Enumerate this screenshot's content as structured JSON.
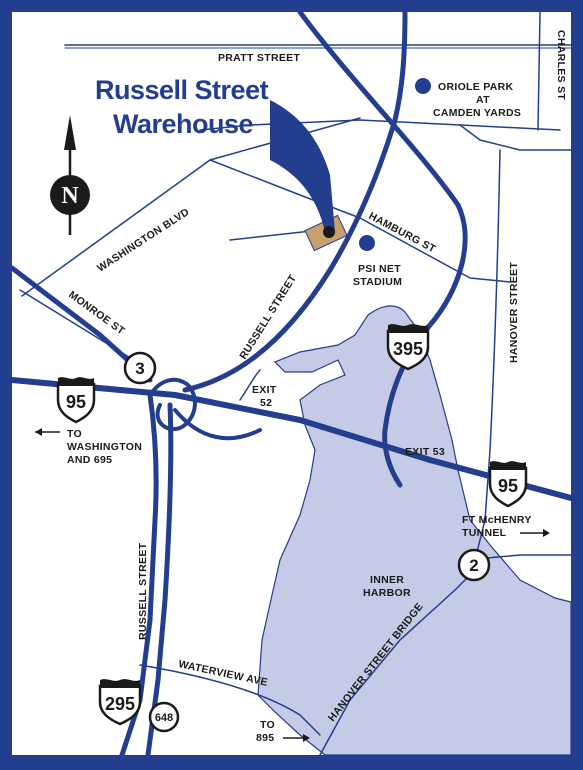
{
  "title": {
    "line1": "Russell Street",
    "line2": "Warehouse"
  },
  "colors": {
    "frame": "#233d8f",
    "road": "#233d8f",
    "water": "#c5cbe6",
    "site": "#c8a070"
  },
  "compass": {
    "letter": "N",
    "icon": "north-arrow-icon"
  },
  "streets": {
    "pratt": "PRATT STREET",
    "charles": "CHARLES ST",
    "washington_blvd": "WASHINGTON BLVD",
    "hamburg": "HAMBURG ST",
    "monroe": "MONROE ST",
    "russell_upper": "RUSSELL STREET",
    "russell_lower": "RUSSELL STREET",
    "hanover": "HANOVER STREET",
    "waterview": "WATERVIEW AVE",
    "hanover_bridge": "HANOVER STREET BRIDGE"
  },
  "landmarks": {
    "oriole": [
      "ORIOLE PARK",
      "AT",
      "CAMDEN YARDS"
    ],
    "psinet": [
      "PSI NET",
      "STADIUM"
    ],
    "inner_harbor": [
      "INNER",
      "HARBOR"
    ]
  },
  "exits": {
    "exit52": [
      "EXIT",
      "52"
    ],
    "exit53": "EXIT 53"
  },
  "directions": {
    "washington": [
      "TO",
      "WASHINGTON",
      "AND 695"
    ],
    "tunnel": [
      "FT McHENRY",
      "TUNNEL"
    ],
    "to895": [
      "TO",
      "895"
    ]
  },
  "shields": {
    "i95_left": "95",
    "i95_right": "95",
    "i395": "395",
    "i295": "295",
    "route3": "3",
    "route2": "2",
    "route648": "648"
  }
}
